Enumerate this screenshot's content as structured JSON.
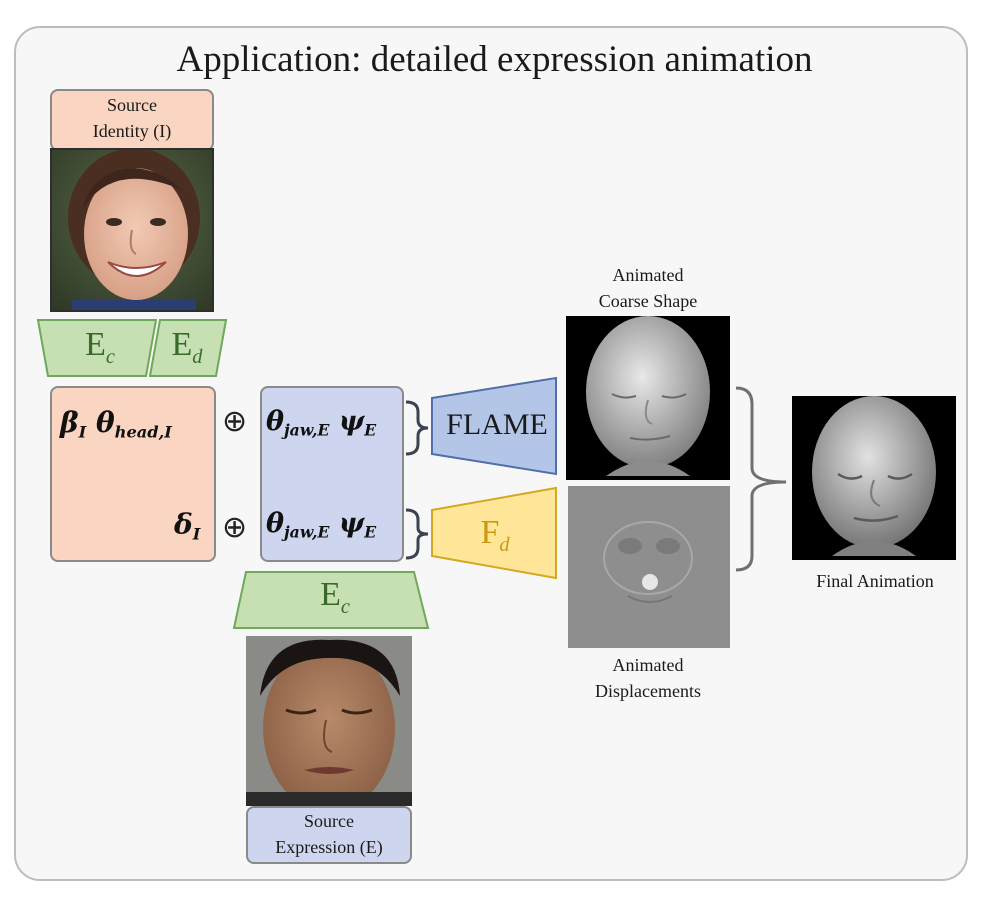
{
  "title": "Application: detailed expression animation",
  "source_identity": {
    "label_line1": "Source",
    "label_line2": "Identity (I)"
  },
  "source_expression": {
    "label_line1": "Source",
    "label_line2": "Expression (E)"
  },
  "encoders": {
    "coarse": "E",
    "coarse_sub": "c",
    "detail": "E",
    "detail_sub": "d"
  },
  "identity_params": {
    "beta": "β",
    "beta_sub": "I",
    "theta_head": "θ",
    "theta_head_sub": "head,I",
    "delta": "δ",
    "delta_sub": "I"
  },
  "expression_params": {
    "theta_jaw": "θ",
    "theta_jaw_sub": "jaw,E",
    "psi": "ψ",
    "psi_sub": "E"
  },
  "operator": "⊕",
  "decoders": {
    "flame": "FLAME",
    "detail": "F",
    "detail_sub": "d"
  },
  "outputs": {
    "coarse_label_line1": "Animated",
    "coarse_label_line2": "Coarse Shape",
    "disp_label_line1": "Animated",
    "disp_label_line2": "Displacements",
    "final_label": "Final Animation"
  },
  "colors": {
    "identity_box": "#f9d5c2",
    "expression_box": "#cdd6ee",
    "encoder_green": "#c6e0b4",
    "flame_blue": "#b4c6e7",
    "detail_yellow": "#ffe699"
  }
}
